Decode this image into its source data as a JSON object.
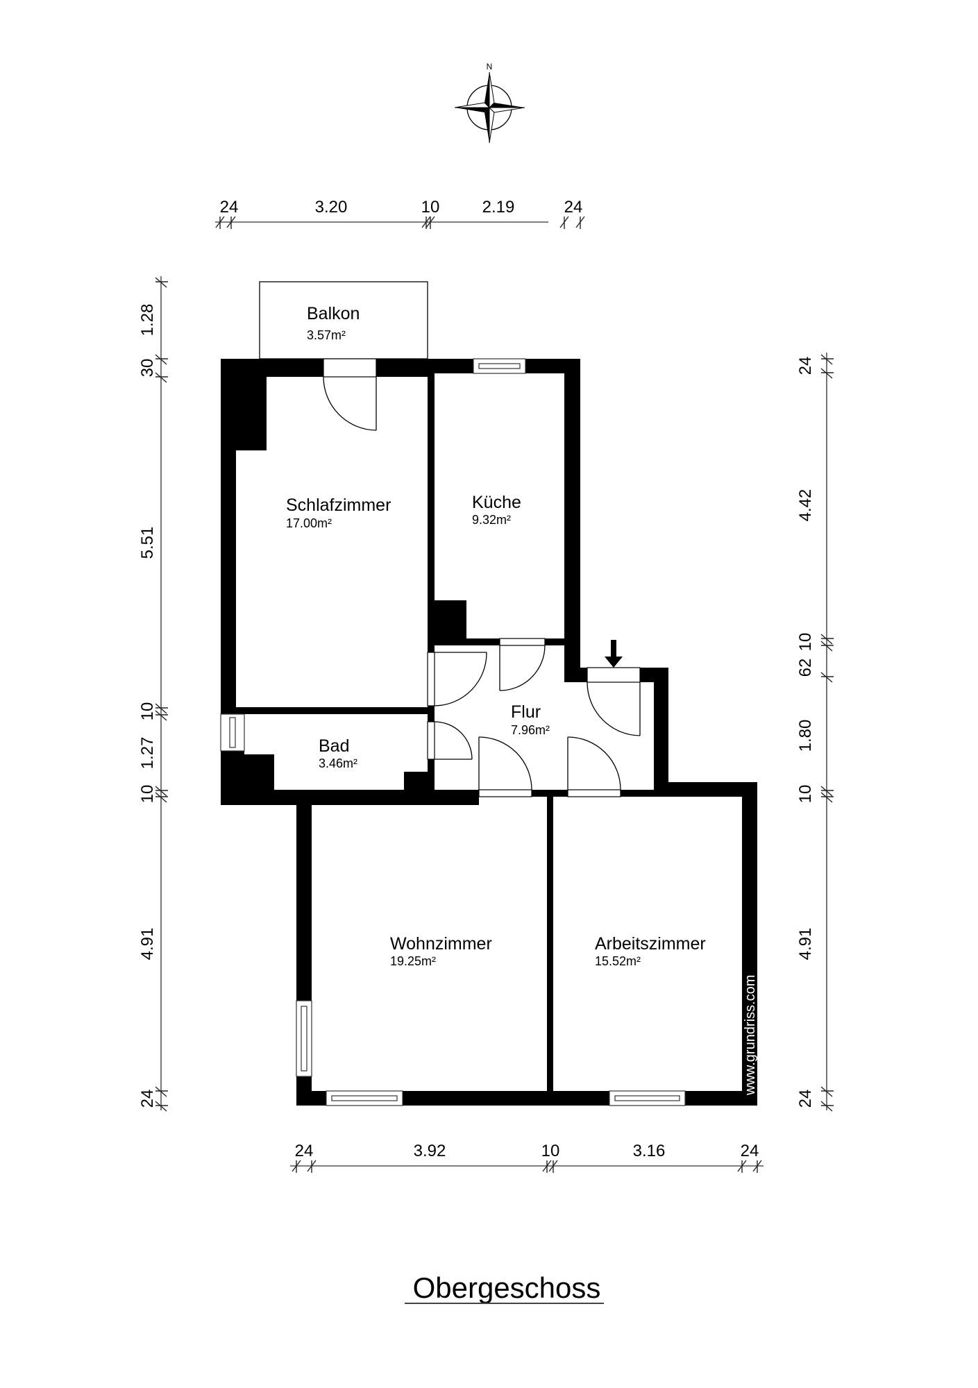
{
  "plan": {
    "title": "Obergeschoss",
    "compass_label": "N",
    "watermark": "www.grundriss.com"
  },
  "rooms": {
    "balkon": {
      "name": "Balkon",
      "area": "3.57m²"
    },
    "schlafzimmer": {
      "name": "Schlafzimmer",
      "area": "17.00m²"
    },
    "kueche": {
      "name": "Küche",
      "area": "9.32m²"
    },
    "flur": {
      "name": "Flur",
      "area": "7.96m²"
    },
    "bad": {
      "name": "Bad",
      "area": "3.46m²"
    },
    "wohnzimmer": {
      "name": "Wohnzimmer",
      "area": "19.25m²"
    },
    "arbeitszimmer": {
      "name": "Arbeitszimmer",
      "area": "15.52m²"
    }
  },
  "dimensions": {
    "top": [
      "24",
      "3.20",
      "10",
      "2.19",
      "24"
    ],
    "bottom": [
      "24",
      "3.92",
      "10",
      "3.16",
      "24"
    ],
    "left": [
      "1.28",
      "30",
      "5.51",
      "10",
      "1.27",
      "10",
      "4.91",
      "24"
    ],
    "right": [
      "24",
      "4.42",
      "10",
      "62",
      "1.80",
      "10",
      "4.91",
      "24"
    ]
  }
}
